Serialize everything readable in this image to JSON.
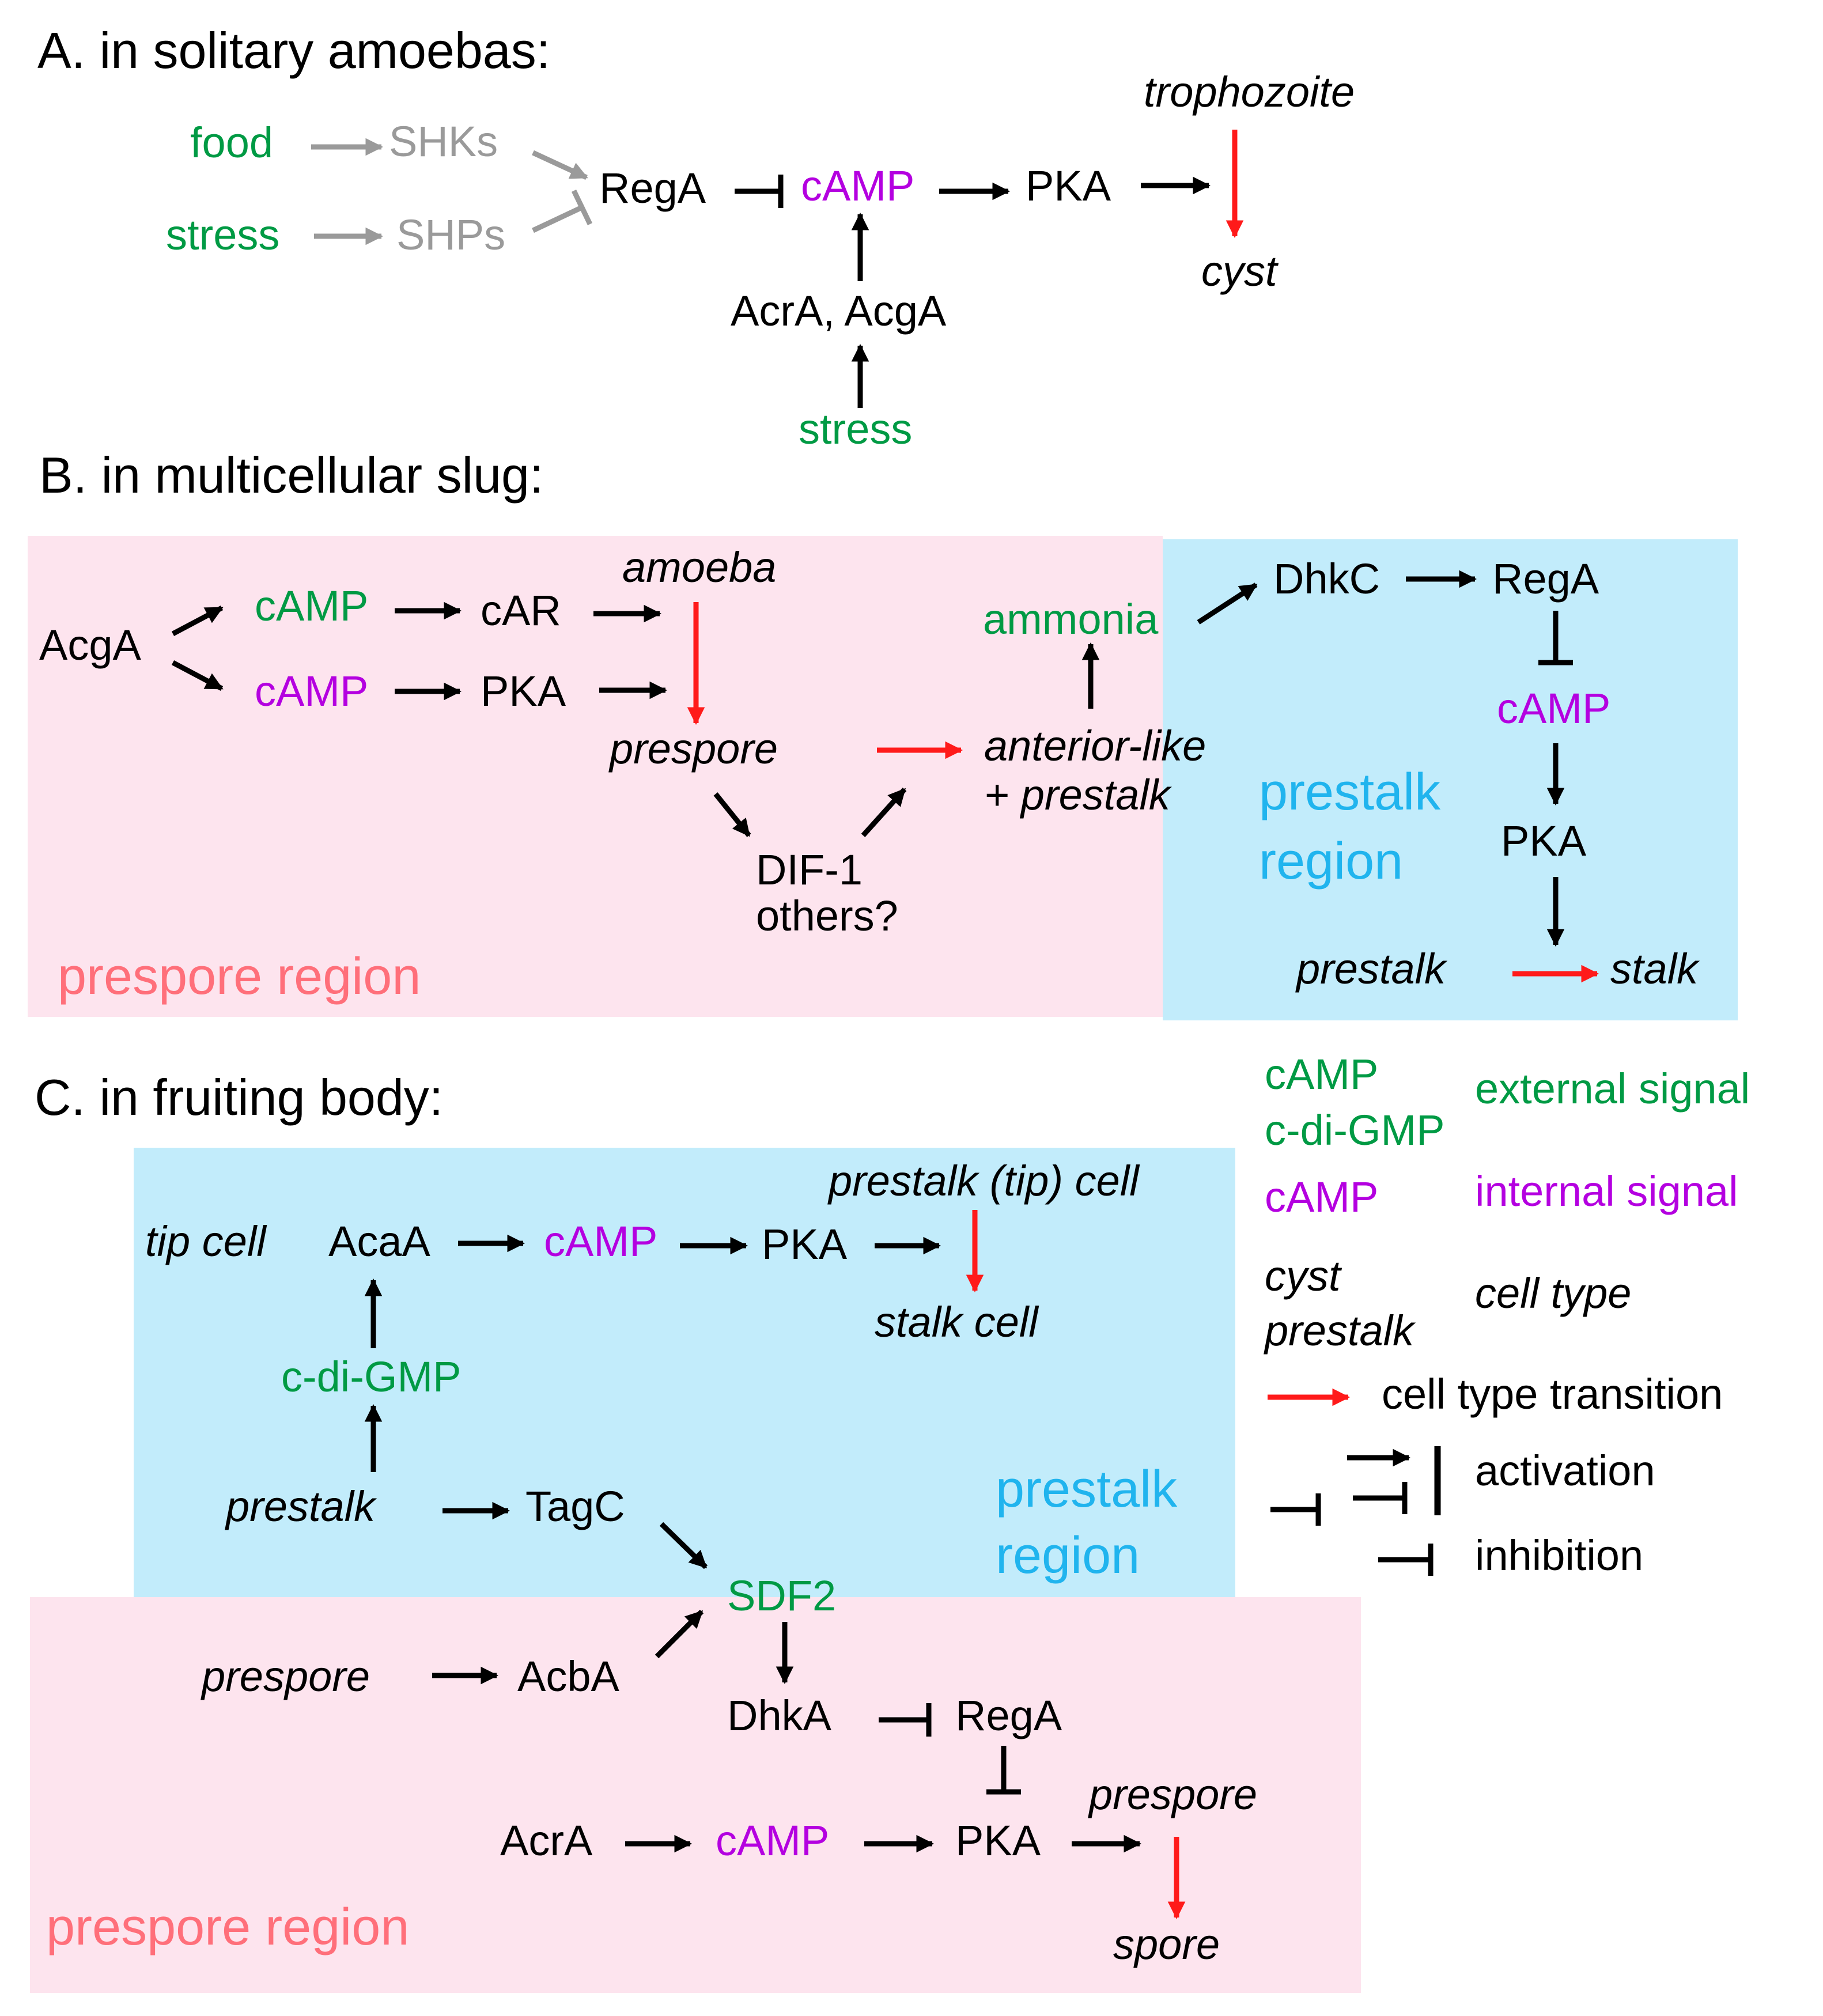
{
  "colors": {
    "black": "#000000",
    "external_signal": "#009a44",
    "internal_signal": "#b400e0",
    "gray_pathway": "#9a9a9a",
    "transition_arrow": "#ff1a1a",
    "prespore_region_fill": "#fde4ee",
    "prestalk_region_fill": "#c2ecfb",
    "prespore_region_text": "#ff6f7a",
    "prestalk_region_text": "#20b4ee"
  },
  "panel_a": {
    "heading": "A. in solitary amoebas:",
    "food": "food",
    "stress_left": "stress",
    "shks": "SHKs",
    "shps": "SHPs",
    "rega": "RegA",
    "camp": "cAMP",
    "pka": "PKA",
    "trophozoite": "trophozoite",
    "cyst": "cyst",
    "acra_acga": "AcrA, AcgA",
    "stress_bottom": "stress"
  },
  "panel_b": {
    "heading": "B. in multicellular slug:",
    "acga": "AcgA",
    "camp_external": "cAMP",
    "camp_internal": "cAMP",
    "car": "cAR",
    "pka": "PKA",
    "amoeba": "amoeba",
    "prespore": "prespore",
    "dif1": "DIF-1",
    "others": "others?",
    "anterior_like": "anterior-like",
    "plus_prestalk": "+ prestalk",
    "ammonia": "ammonia",
    "dhkc": "DhkC",
    "rega": "RegA",
    "camp_right": "cAMP",
    "pka_right": "PKA",
    "prestalk": "prestalk",
    "stalk": "stalk",
    "prestalk_region_line1": "prestalk",
    "prestalk_region_line2": "region",
    "prespore_region": "prespore region"
  },
  "panel_c": {
    "heading": "C. in fruiting body:",
    "tip_cell": "tip cell",
    "acaa": "AcaA",
    "camp_top": "cAMP",
    "pka_top": "PKA",
    "prestalk_tip_cell": "prestalk (tip) cell",
    "stalk_cell": "stalk cell",
    "cdigmp": "c-di-GMP",
    "prestalk": "prestalk",
    "tagc": "TagC",
    "sdf2": "SDF2",
    "prestalk_region_line1": "prestalk",
    "prestalk_region_line2": "region",
    "prespore": "prespore",
    "acba": "AcbA",
    "dhka": "DhkA",
    "rega": "RegA",
    "acra": "AcrA",
    "camp_bottom": "cAMP",
    "pka_bottom": "PKA",
    "prespore_right": "prespore",
    "spore": "spore",
    "prespore_region": "prespore region"
  },
  "legend": {
    "ext_example_1": "cAMP",
    "ext_example_2": "c-di-GMP",
    "ext_label": "external signal",
    "int_example": "cAMP",
    "int_label": "internal signal",
    "celltype_example_1": "cyst",
    "celltype_example_2": "prestalk",
    "celltype_label": "cell type",
    "transition_label": "cell type transition",
    "activation_label": "activation",
    "inhibition_label": "inhibition"
  }
}
